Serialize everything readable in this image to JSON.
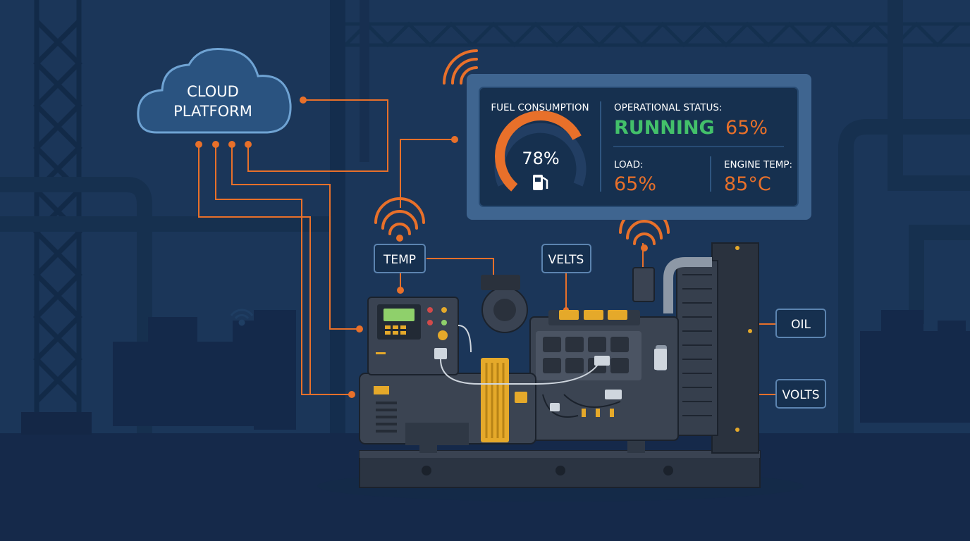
{
  "colors": {
    "background": "#1b3659",
    "accent": "#e8702a",
    "running": "#43c06a",
    "panel": "#16304f",
    "yellow": "#e5a92a"
  },
  "cloud": {
    "line1": "CLOUD",
    "line2": "PLATFORM"
  },
  "dashboard": {
    "fuel_title": "FUEL CONSUMPTION",
    "fuel_value": "78%",
    "fuel_fraction": 0.78,
    "status_title": "OPERATIONAL STATUS:",
    "status_value": "RUNNING",
    "status_percent": "65%",
    "load_title": "LOAD:",
    "load_value": "65%",
    "temp_title": "ENGINE TEMP:",
    "temp_value": "85°C"
  },
  "sensors": {
    "temp": "TEMP",
    "volts_top": "VELTS",
    "oil": "OIL",
    "volts_side": "VOLTS"
  },
  "icons": [
    "wifi-signal-icon",
    "fuel-pump-icon",
    "cloud-icon"
  ]
}
